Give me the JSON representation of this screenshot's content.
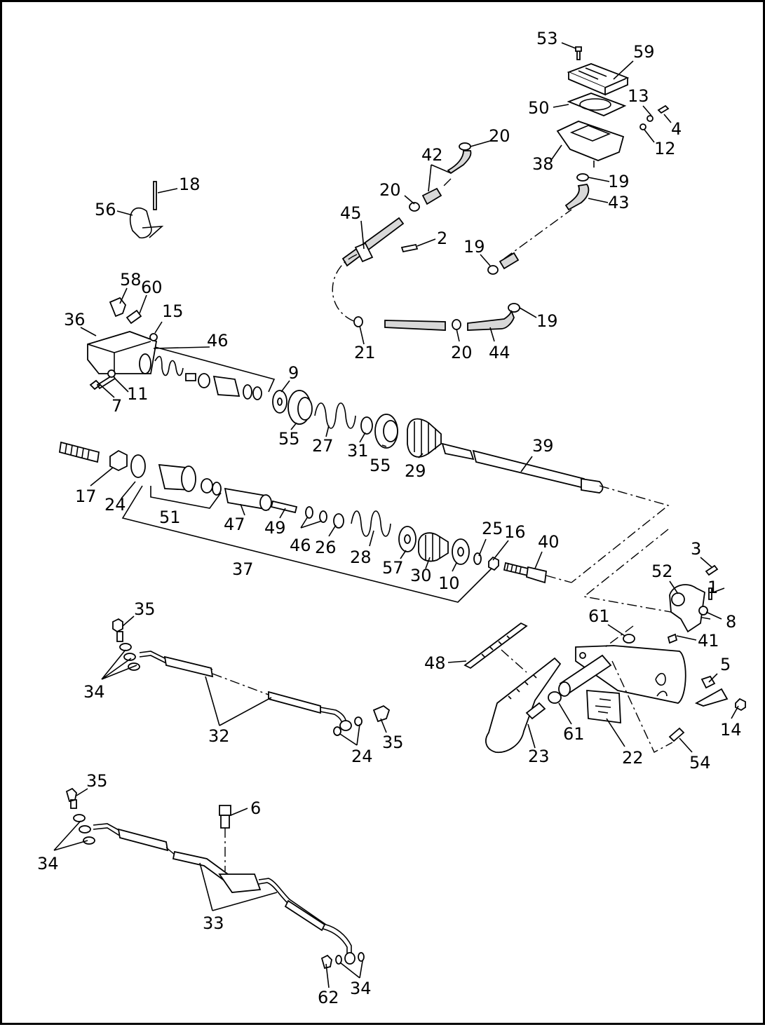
{
  "diagram": {
    "callouts": [
      "1",
      "2",
      "3",
      "4",
      "5",
      "6",
      "7",
      "8",
      "9",
      "10",
      "11",
      "12",
      "13",
      "14",
      "15",
      "16",
      "17",
      "18",
      "19",
      "19",
      "19",
      "20",
      "20",
      "20",
      "21",
      "22",
      "23",
      "24",
      "24",
      "25",
      "26",
      "27",
      "28",
      "29",
      "30",
      "31",
      "32",
      "33",
      "34",
      "34",
      "34",
      "35",
      "35",
      "35",
      "36",
      "37",
      "38",
      "39",
      "40",
      "41",
      "42",
      "43",
      "44",
      "45",
      "46",
      "46",
      "47",
      "48",
      "49",
      "50",
      "51",
      "52",
      "53",
      "54",
      "55",
      "55",
      "56",
      "57",
      "58",
      "59",
      "60",
      "61",
      "61",
      "62"
    ]
  },
  "colors": {
    "line": "#000000",
    "background": "#ffffff",
    "hose_fill": "#d8d8d8"
  }
}
